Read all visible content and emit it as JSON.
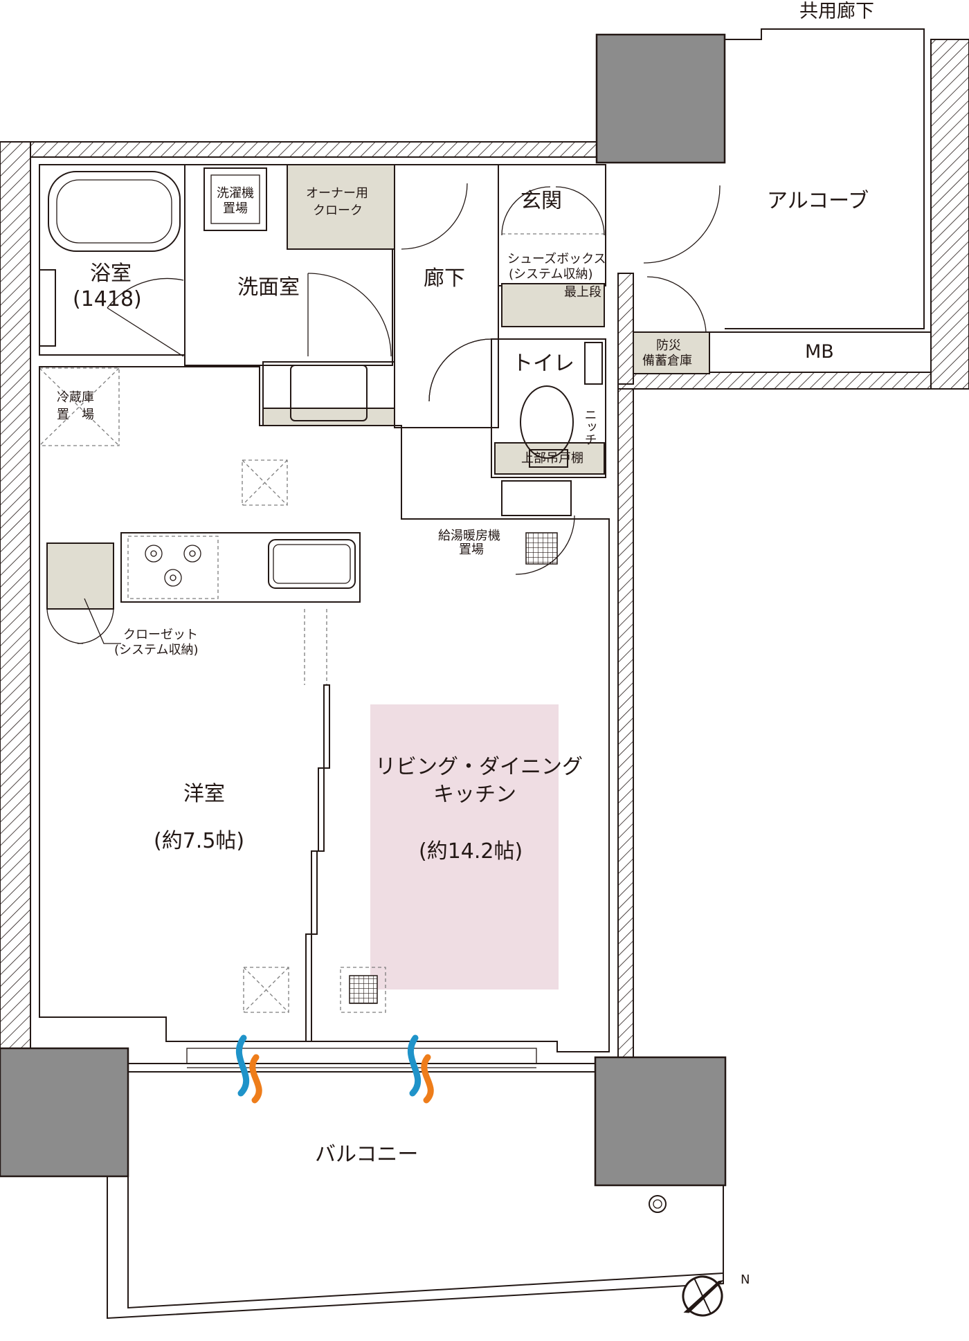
{
  "labels": {
    "common_corridor": "共用廊下",
    "alcove": "アルコーブ",
    "entrance": "玄関",
    "shoe_box_line1": "シューズボックス",
    "shoe_box_line2": "(システム収納)",
    "top_shelf": "最上段",
    "bousai_line1": "防災",
    "bousai_line2": "備蓄倉庫",
    "mb": "MB",
    "toilet": "トイレ",
    "niche": "ニッチ",
    "upper_cabinet": "上部吊戸棚",
    "water_heater_line1": "給湯暖房機",
    "water_heater_line2": "置場",
    "hallway": "廊下",
    "owner_cloak_line1": "オーナー用",
    "owner_cloak_line2": "クローク",
    "washer_line1": "洗濯機",
    "washer_line2": "置場",
    "washroom": "洗面室",
    "bathroom": "浴室",
    "bath_size": "(1418)",
    "fridge_line1": "冷蔵庫",
    "fridge_line2": "置　場",
    "closet_line1": "クローゼット",
    "closet_line2": "(システム収納)",
    "western_room": "洋室",
    "western_room_size": "(約7.5帖)",
    "ldk_line1": "リビング・ダイニング",
    "ldk_line2": "キッチン",
    "ldk_size": "(約14.2帖)",
    "balcony": "バルコニー",
    "compass_n": "N"
  },
  "colors": {
    "ldk_highlight": "#efdde3",
    "storage_fill": "#e0ddd1",
    "column_fill": "#8c8c8c",
    "floor_heating_blue": "#1f93c9",
    "floor_heating_orange": "#ee7d1a"
  },
  "icons": [
    "floor-heating-icon",
    "compass-icon",
    "gas-stove-icon",
    "sink-icon",
    "bathtub-icon",
    "toilet-icon",
    "washbasin-icon",
    "washer-icon",
    "ventilation-grille-icon",
    "drain-icon"
  ]
}
